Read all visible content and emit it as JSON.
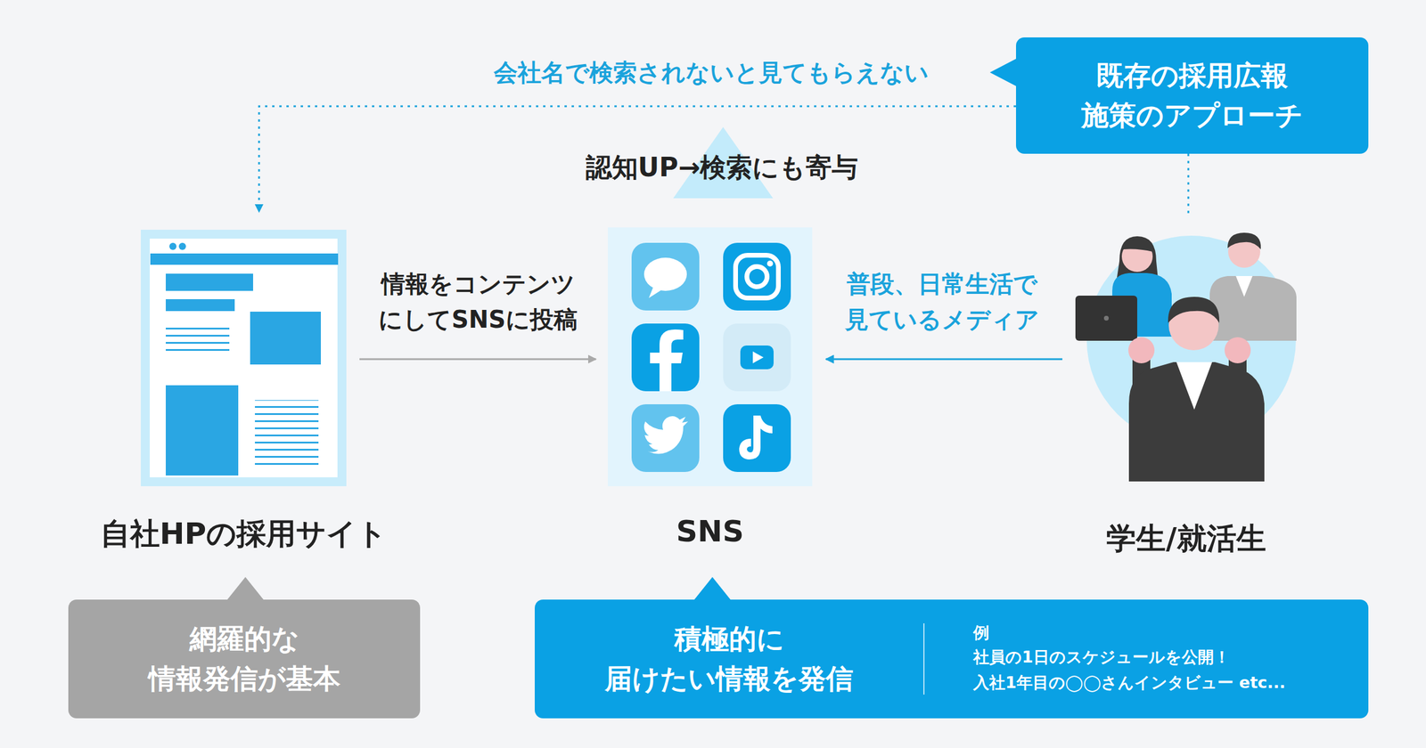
{
  "diagram": {
    "nodes": [
      {
        "text": [
          "既存の採用広報 施策のアプローチ"
        ]
      },
      {
        "text": [
          "自社HPの採用サイト"
        ]
      },
      {
        "text": [
          "網羅的な 情報発信が基本"
        ]
      },
      {
        "text": [
          "SNS"
        ]
      },
      {
        "text": [
          "積極的に 届けたい情報を発信",
          "例",
          "社員の1日のスケジュールを公開！",
          "入社1年目の◯◯さんインタビュー etc..."
        ]
      },
      {
        "text": [
          "学生/就活生"
        ]
      }
    ],
    "edges": [
      {
        "from": 0,
        "to": 1,
        "arrow": "to",
        "label": "会社名で検索されないと見てもらえない"
      },
      {
        "from": 1,
        "to": 3,
        "arrow": "to",
        "label": "情報をコンテンツ にしてSNSに投稿"
      },
      {
        "from": 5,
        "to": 3,
        "arrow": "to",
        "label": "普段、日常生活で 見ているメディア"
      },
      {
        "from": 0,
        "to": 5,
        "arrow": "none"
      }
    ],
    "labels": [
      "認知UP→検索にも寄与"
    ]
  }
}
